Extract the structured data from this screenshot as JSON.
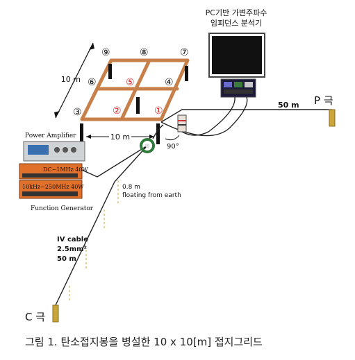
{
  "pc_label": [
    "PC기반 가변주파수",
    "임피던스 분석기"
  ],
  "power_amplifier_label": "Power Amplifier",
  "amp_panel_1": "DC~1MHz 40W",
  "amp_panel_2": "10kHz~250MHz 40W",
  "function_generator_label": "Function Generator",
  "grid_dim_vertical": "10 m",
  "grid_dim_horizontal": "10 m",
  "angle_label": "90°",
  "p_distance": "50 m",
  "p_pole": "P 극",
  "float_label": [
    "0.8 m",
    "floating from earth"
  ],
  "cable_label": [
    "IV cable",
    "2.5mm²",
    "50 m"
  ],
  "c_pole": "C 극",
  "node_labels": [
    {
      "id": "1",
      "text": "①",
      "color": "#cc2222"
    },
    {
      "id": "2",
      "text": "②",
      "color": "#cc2222"
    },
    {
      "id": "3",
      "text": "③",
      "color": "#111111"
    },
    {
      "id": "4",
      "text": "④",
      "color": "#111111"
    },
    {
      "id": "5",
      "text": "⑤",
      "color": "#cc2222"
    },
    {
      "id": "6",
      "text": "⑥",
      "color": "#111111"
    },
    {
      "id": "7",
      "text": "⑦",
      "color": "#111111"
    },
    {
      "id": "8",
      "text": "⑧",
      "color": "#111111"
    },
    {
      "id": "9",
      "text": "⑨",
      "color": "#111111"
    }
  ],
  "caption": "그림 1. 탄소접지봉을 병설한 10 x 10[m] 접지그리드",
  "colors": {
    "grid_bar": "#c8804a",
    "rod": "#111111",
    "cable": "#222222",
    "amp_panel": "#e0702a",
    "pole": "#c9a53a",
    "ring": "#2f7a3a"
  }
}
